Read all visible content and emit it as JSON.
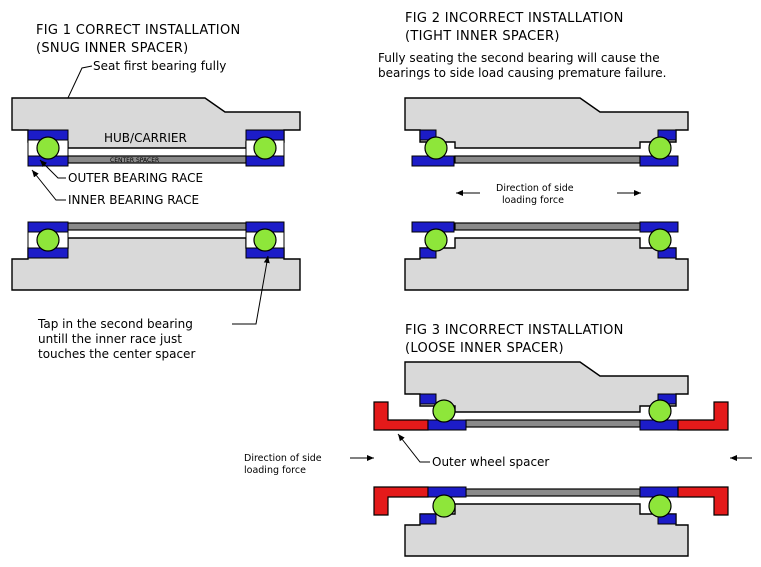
{
  "fig1": {
    "title_line1": "FIG 1 CORRECT INSTALLATION",
    "title_line2": "(SNUG INNER SPACER)",
    "seat_note": "Seat first bearing fully",
    "hub_label": "HUB/CARRIER",
    "center_spacer_label": "CENTER SPACER",
    "outer_race_label": "OUTER BEARING RACE",
    "inner_race_label": "INNER BEARING RACE",
    "tap_note_line1": "Tap in the second bearing",
    "tap_note_line2": "untill the inner race just",
    "tap_note_line3": "touches the center spacer"
  },
  "fig2": {
    "title_line1": "FIG 2 INCORRECT INSTALLATION",
    "title_line2": "(TIGHT INNER SPACER)",
    "note_line1": "Fully seating the second bearing will cause the",
    "note_line2": "bearings to side load causing premature failure.",
    "force_line1": "Direction of side",
    "force_line2": "loading force"
  },
  "fig3": {
    "title_line1": "FIG 3 INCORRECT INSTALLATION",
    "title_line2": "(LOOSE INNER SPACER)",
    "force_line1": "Direction of side",
    "force_line2": "loading force",
    "outer_spacer_label": "Outer wheel spacer"
  },
  "colors": {
    "race": "#1c1cc8",
    "ball": "#8ee63a",
    "hub": "#d9d9d9",
    "spacer": "#8a8a8a",
    "outer_wheel_spacer": "#e41a1a"
  }
}
